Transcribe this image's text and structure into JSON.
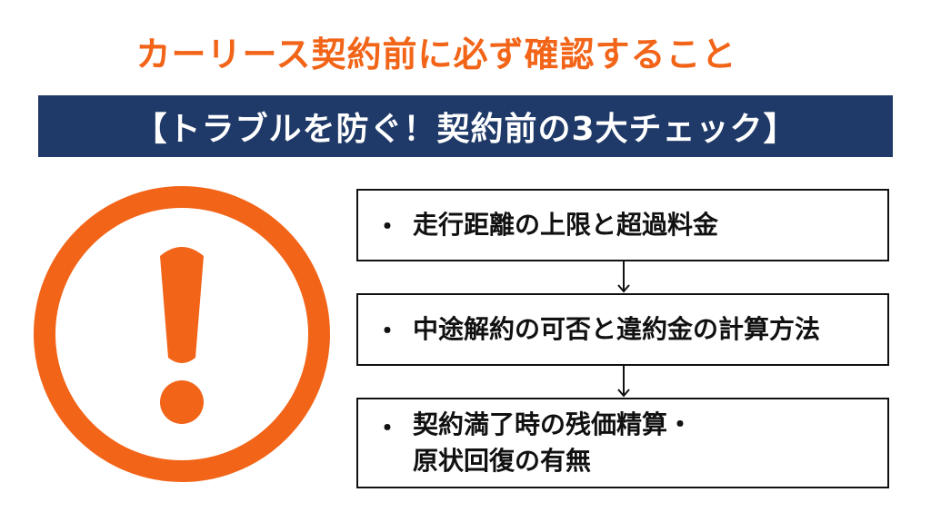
{
  "title": "カーリース契約前に必ず確認すること",
  "banner": "【トラブルを防ぐ！契約前の3大チェック】",
  "colors": {
    "accent": "#f26418",
    "banner_bg": "#1f3a68",
    "text": "#111111"
  },
  "icon": "exclamation-circle-icon",
  "steps": [
    {
      "bullet": "・",
      "lines": [
        "走行距離の上限と超過料金"
      ]
    },
    {
      "bullet": "・",
      "lines": [
        "中途解約の可否と違約金の計算方法"
      ]
    },
    {
      "bullet": "・",
      "lines": [
        "契約満了時の残価精算・",
        "原状回復の有無"
      ]
    }
  ]
}
